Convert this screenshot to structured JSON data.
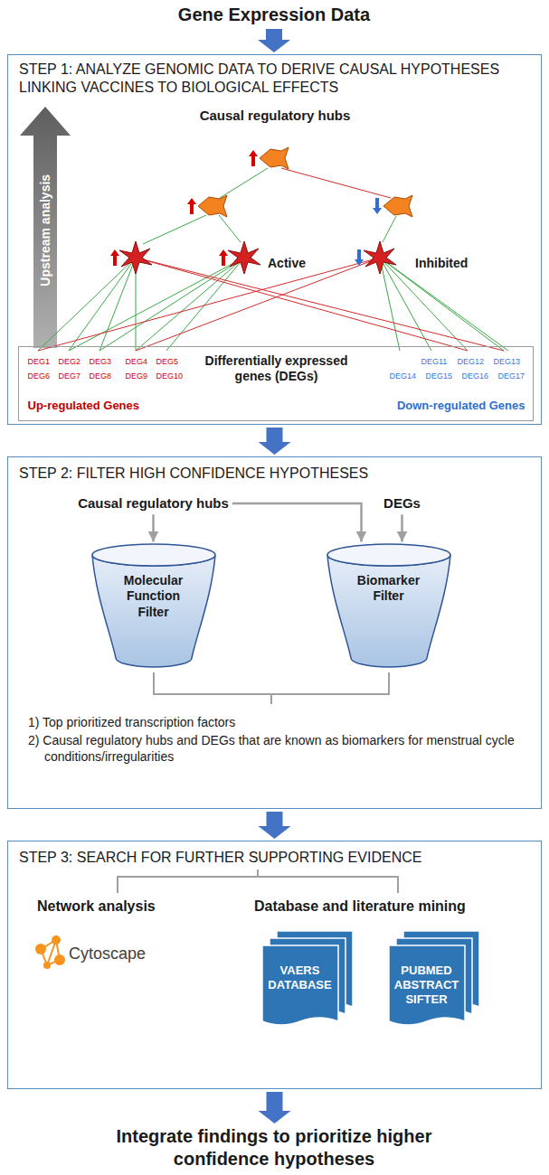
{
  "diagram": {
    "nodes": [
      {
        "text": [
          "Gene Expression Data"
        ]
      },
      {
        "text": [
          "STEP 1: ANALYZE GENOMIC DATA TO DERIVE CAUSAL HYPOTHESES LINKING VACCINES TO BIOLOGICAL EFFECTS",
          "Causal regulatory hubs",
          "Upstream analysis",
          "Active",
          "Inhibited"
        ]
      },
      {
        "text": [
          "DEG1",
          "DEG2",
          "DEG3",
          "DEG4",
          "DEG5",
          "DEG6",
          "DEG7",
          "DEG8",
          "DEG9",
          "DEG10",
          "DEG11",
          "DEG12",
          "DEG13",
          "DEG14",
          "DEG15",
          "DEG16",
          "DEG17",
          "Differentially expressed genes (DEGs)",
          "Up-regulated Genes",
          "Down-regulated Genes"
        ],
        "in": 1
      },
      {
        "text": [
          "STEP 2: FILTER HIGH CONFIDENCE HYPOTHESES",
          "1) Top prioritized transcription factors",
          "2) Causal regulatory hubs and DEGs that are known as biomarkers for menstrual cycle conditions/irregularities"
        ]
      },
      {
        "text": [
          "Causal regulatory hubs"
        ],
        "in": 3
      },
      {
        "text": [
          "DEGs"
        ],
        "in": 3
      },
      {
        "text": [
          "Molecular Function Filter"
        ],
        "in": 3
      },
      {
        "text": [
          "Biomarker Filter"
        ],
        "in": 3
      },
      {
        "text": [
          "STEP 3: SEARCH FOR FURTHER SUPPORTING EVIDENCE",
          "Network analysis",
          "Cytoscape",
          "Database and literature mining"
        ]
      },
      {
        "text": [
          "VAERS DATABASE"
        ],
        "in": 8
      },
      {
        "text": [
          "PUBMED ABSTRACT SIFTER"
        ],
        "in": 8
      },
      {
        "text": [
          "Integrate findings to prioritize higher confidence hypotheses"
        ]
      }
    ],
    "edges": [
      {
        "from": 0,
        "to": 1,
        "arrow": "to"
      },
      {
        "from": 1,
        "to": 3,
        "arrow": "to"
      },
      {
        "from": 3,
        "to": 8,
        "arrow": "to"
      },
      {
        "from": 8,
        "to": 11,
        "arrow": "to"
      },
      {
        "from": 4,
        "to": 6,
        "arrow": "to"
      },
      {
        "from": 4,
        "to": 7,
        "arrow": "to"
      },
      {
        "from": 5,
        "to": 7,
        "arrow": "to"
      }
    ]
  }
}
